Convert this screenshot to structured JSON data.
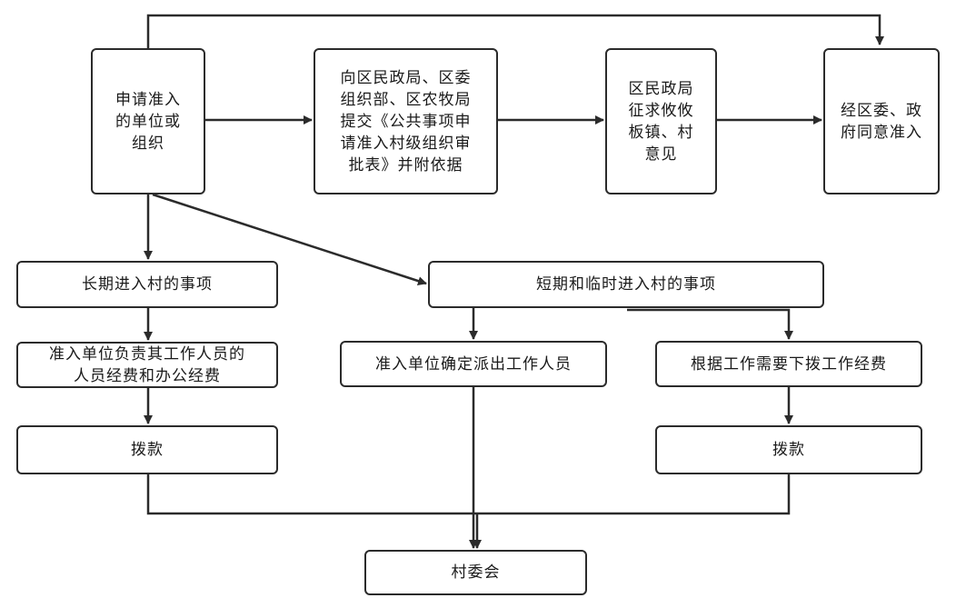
{
  "nodes": {
    "applicant": "申请准入\n的单位或\n组织",
    "submit": "向区民政局、区委\n组织部、区农牧局\n提交《公共事项申\n请准入村级组织审\n批表》并附依据",
    "consult": "区民政局\n征求攸攸\n板镇、村\n意见",
    "approve": "经区委、政\n府同意准入",
    "long_term": "长期进入村的事项",
    "short_term": "短期和临时进入村的事项",
    "long_cost": "准入单位负责其工作人员的\n人员经费和办公经费",
    "dispatch": "准入单位确定派出工作人员",
    "allocate_by_need": "根据工作需要下拨工作经费",
    "fund_left": "拨款",
    "fund_right": "拨款",
    "village": "村委会"
  }
}
